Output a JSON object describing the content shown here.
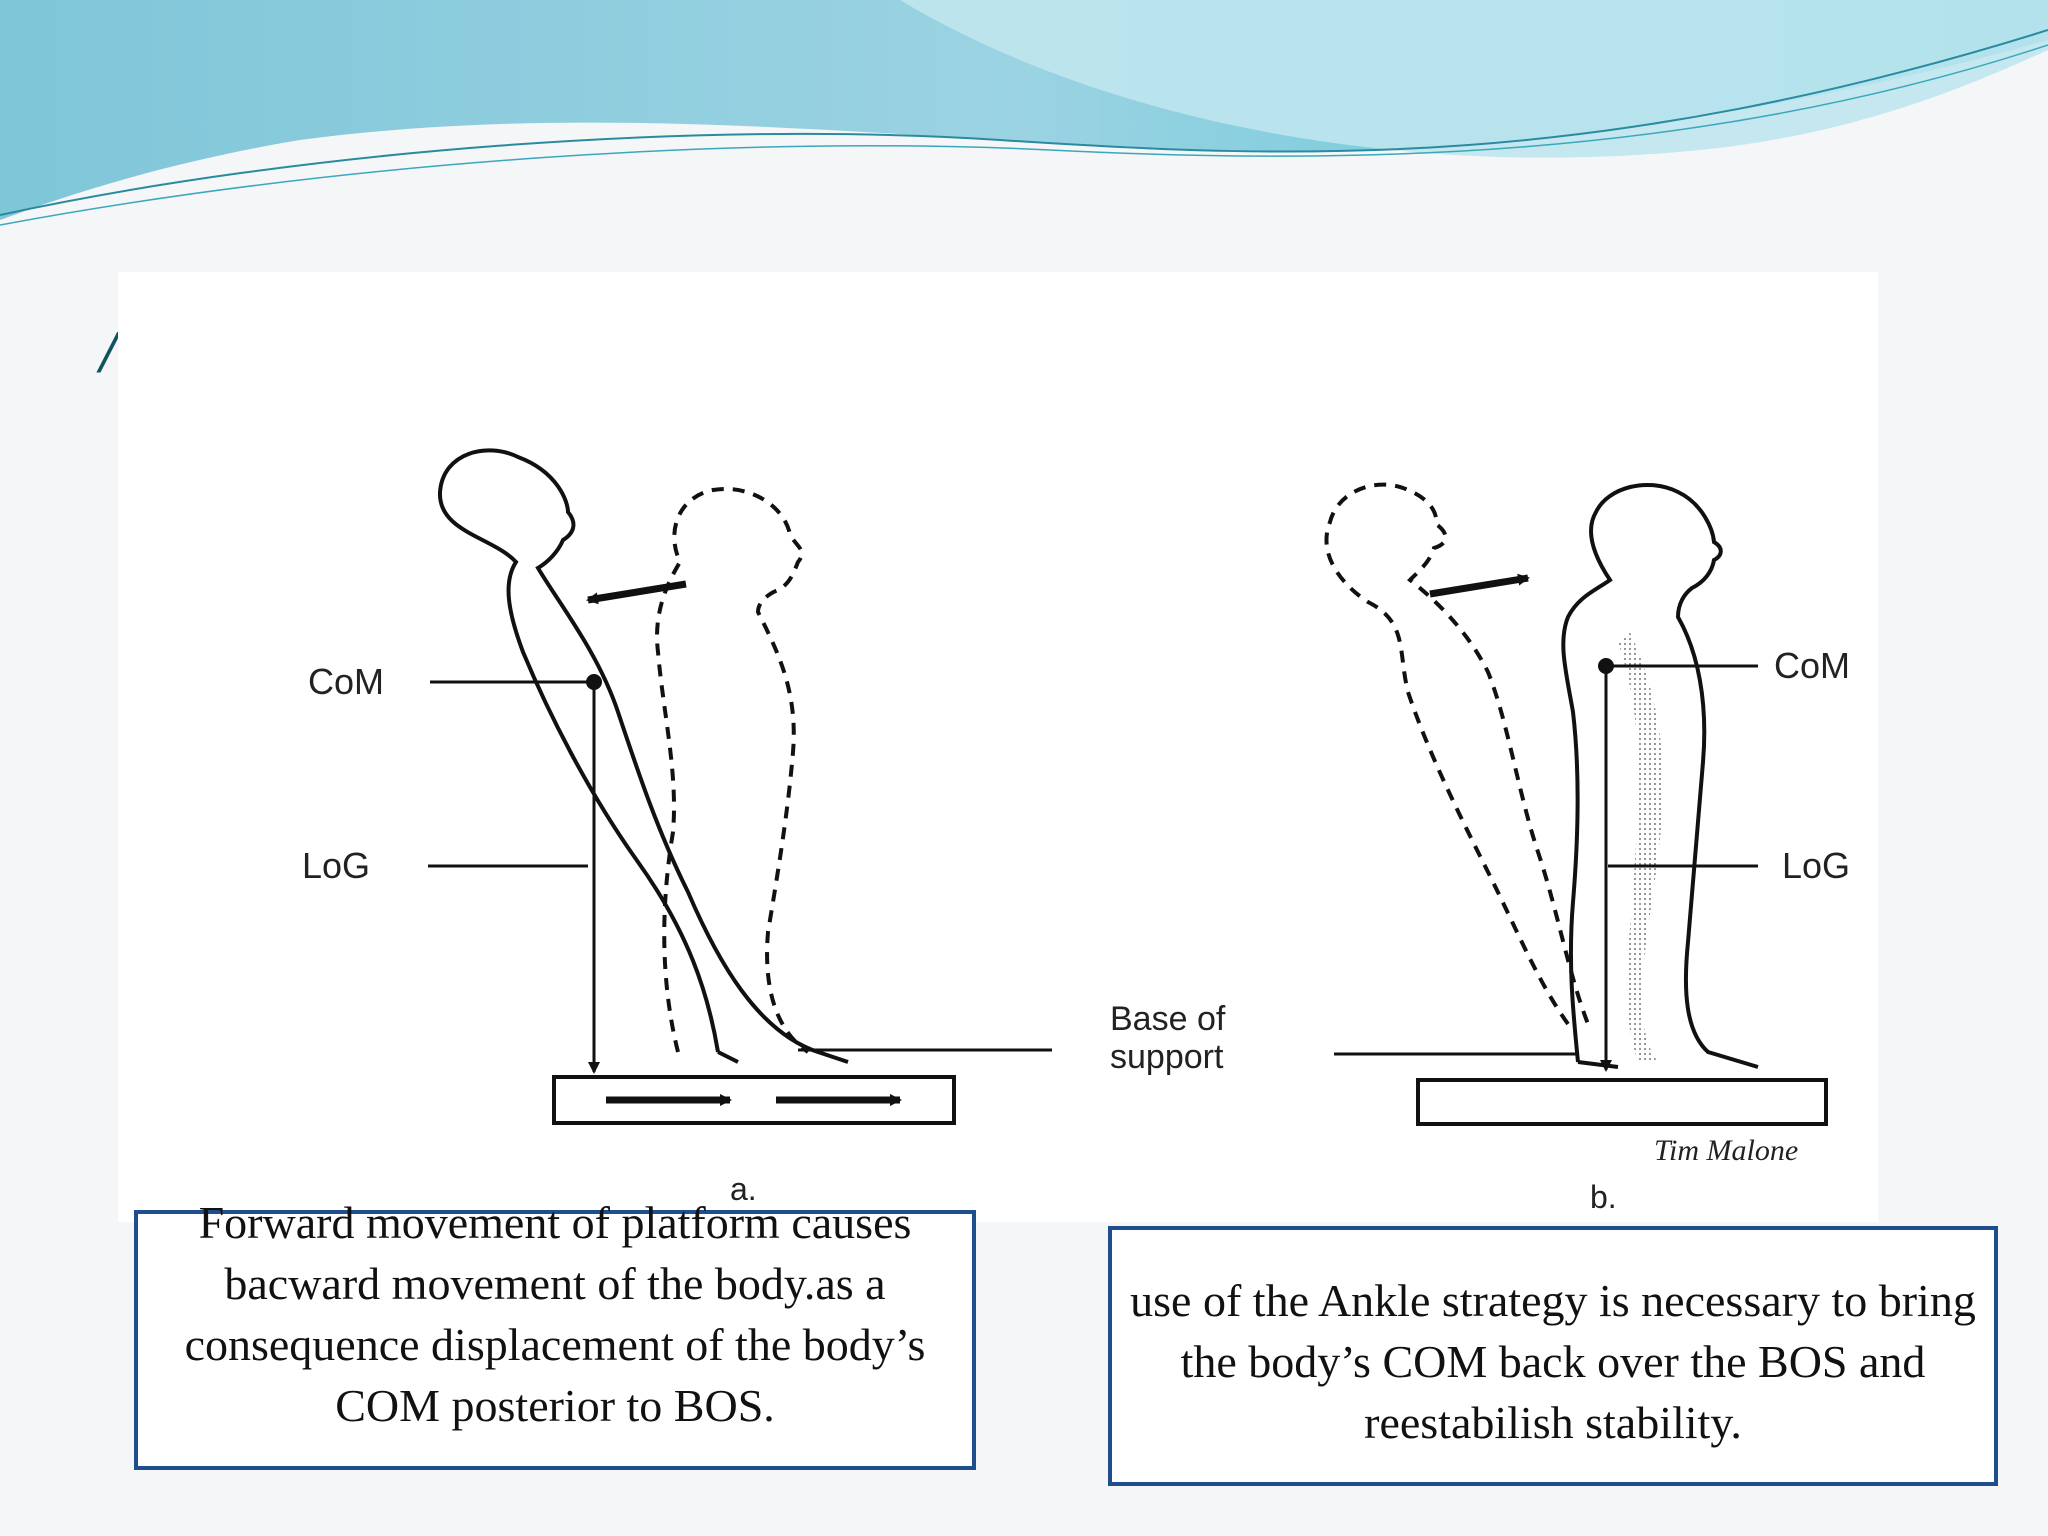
{
  "slide": {
    "title_fragment": "/"
  },
  "figure": {
    "panel_a": {
      "com_label": "CoM",
      "log_label": "LoG",
      "panel_letter": "a."
    },
    "panel_b": {
      "com_label": "CoM",
      "log_label": "LoG",
      "panel_letter": "b."
    },
    "base_of_support_line1": "Base of",
    "base_of_support_line2": "support",
    "signature": "Tim Malone"
  },
  "captions": {
    "left": "Forward movement of platform causes bacward movement of the body.as a consequence displacement of the body’s COM posterior to BOS.",
    "right": "use of the Ankle strategy is necessary to bring the body’s COM back over the BOS and reestabilish stability."
  },
  "colors": {
    "header_teal": "#5cc8d8",
    "header_light": "#bfe6ee",
    "caption_border": "#1f4e8c"
  }
}
